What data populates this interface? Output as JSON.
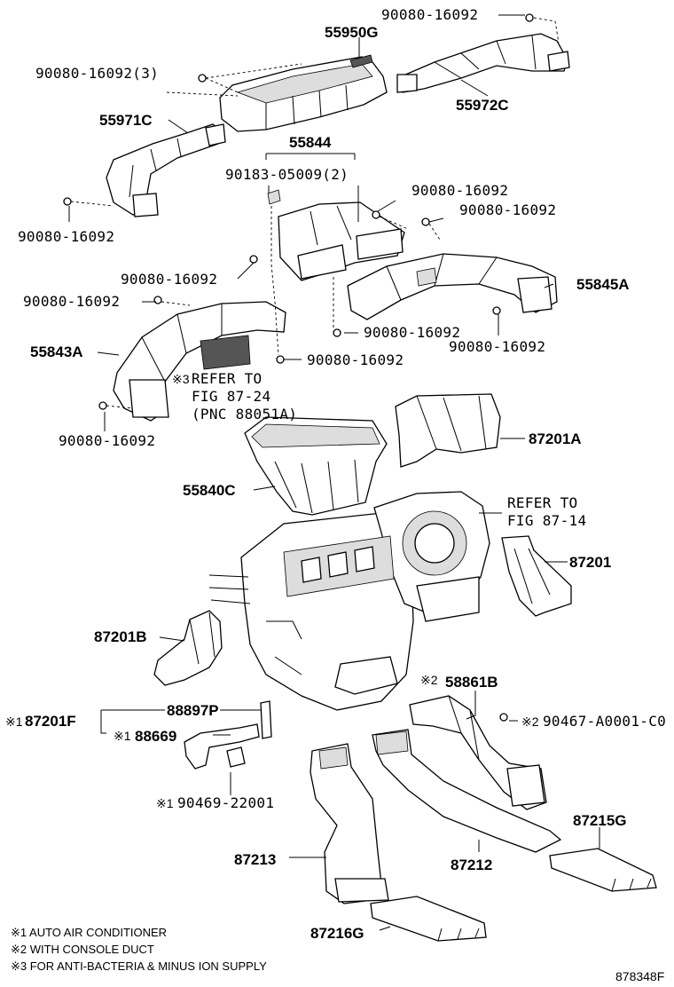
{
  "figure_id": "878348F",
  "callouts": {
    "c1": "90080-16092",
    "c2": "55950G",
    "c3": "90080-16092(3)",
    "c4": "55972C",
    "c5": "55971C",
    "c6": "55844",
    "c7": "90183-05009(2)",
    "c8": "90080-16092",
    "c9": "90080-16092",
    "c10": "90080-16092",
    "c11": "90080-16092",
    "c12": "55845A",
    "c13": "90080-16092",
    "c14": "90080-16092",
    "c15": "90080-16092",
    "c16": "55843A",
    "c17": "90080-16092",
    "c18": "90080-16092",
    "c19": "87201A",
    "c20": "55840C",
    "c21": "87201",
    "c22": "87201B",
    "c23": "58861B",
    "c24": "87201F",
    "c25": "88897P",
    "c26": "88669",
    "c27": "90467-A0001-C0",
    "c28": "90469-22001",
    "c29": "87215G",
    "c30": "87213",
    "c31": "87212",
    "c32": "87216G"
  },
  "marks": {
    "m1": "※3",
    "m2": "※2",
    "m3": "※1",
    "m4": "※1",
    "m5": "※2",
    "m6": "※1"
  },
  "refs": {
    "ref1_line1": "REFER TO",
    "ref1_line2": "FIG 87-24",
    "ref1_line3": "(PNC 88051A)",
    "ref2_line1": "REFER TO",
    "ref2_line2": "FIG 87-14"
  },
  "notes": {
    "n1": "※1 AUTO AIR CONDITIONER",
    "n2": "※2 WITH CONSOLE DUCT",
    "n3": "※3 FOR ANTI-BACTERIA & MINUS ION SUPPLY"
  }
}
